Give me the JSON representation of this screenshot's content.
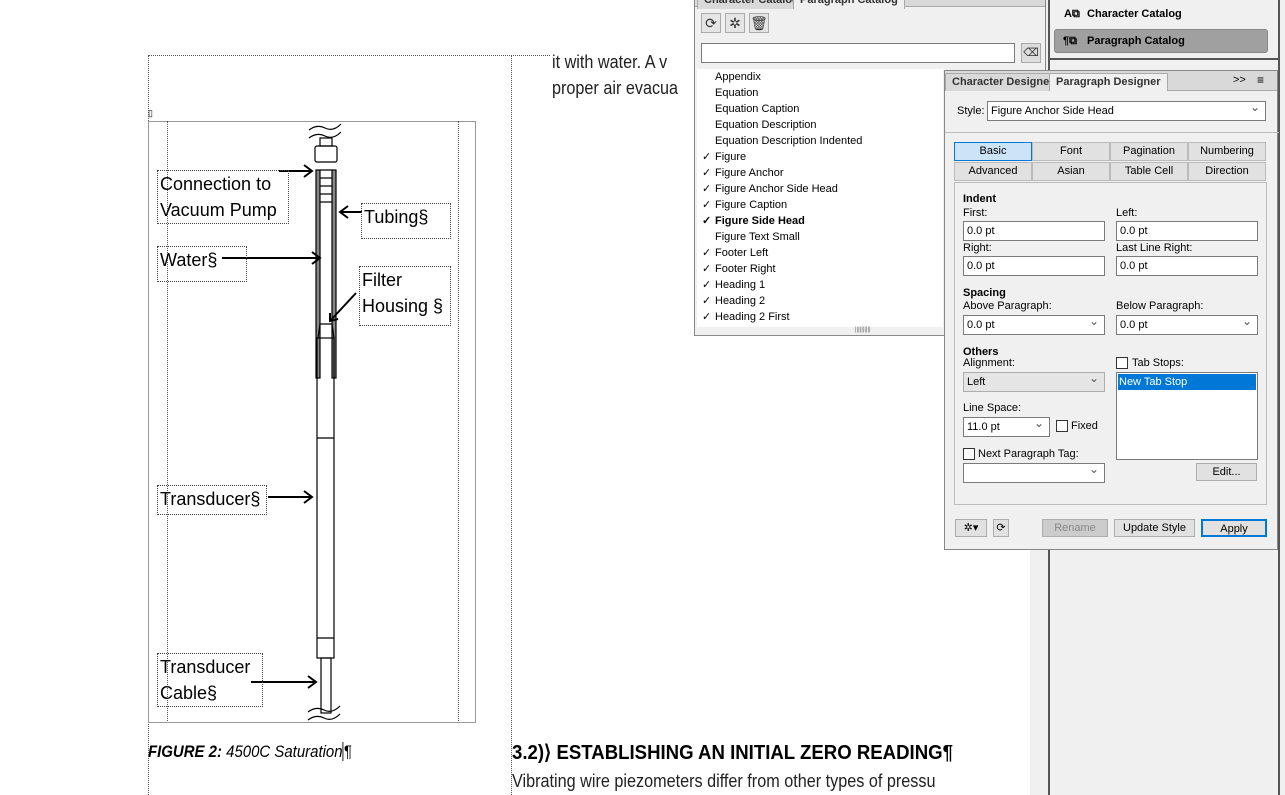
{
  "document": {
    "body_lines": [
      "it with water. A v",
      "proper air evacua"
    ],
    "figure_labels": {
      "connection": "Connection to\nVacuum Pump",
      "tubing": "Tubing§",
      "water": "Water§",
      "filter": "Filter\nHousing §",
      "transducer": "Transducer§",
      "cable": "Transducer\nCable§"
    },
    "figure_caption_label": "FIGURE 2:",
    "figure_caption_text": " 4500C Saturation",
    "caption_mark": "¶",
    "section_heading": "3.2)⟩ ESTABLISHING AN INITIAL ZERO READING¶",
    "section_body": "Vibrating wire piezometers differ from other types of pressu"
  },
  "pod": {
    "items": [
      {
        "label": "Character Catalog",
        "icon": "character-catalog-icon"
      },
      {
        "label": "Paragraph Catalog",
        "icon": "paragraph-catalog-icon",
        "selected": true
      }
    ]
  },
  "catalog": {
    "tabs": [
      "Character Catalog",
      "Paragraph Catalog"
    ],
    "active_tab": "Paragraph Catalog",
    "search_value": "",
    "items": [
      {
        "label": "Appendix",
        "check": ""
      },
      {
        "label": "Equation",
        "check": ""
      },
      {
        "label": "Equation Caption",
        "check": ""
      },
      {
        "label": "Equation Description",
        "check": ""
      },
      {
        "label": "Equation Description Indented",
        "check": ""
      },
      {
        "label": "Figure",
        "check": "✓"
      },
      {
        "label": "Figure Anchor",
        "check": "✓"
      },
      {
        "label": "Figure Anchor Side Head",
        "check": "✓"
      },
      {
        "label": "Figure Caption",
        "check": "✓"
      },
      {
        "label": "Figure Side Head",
        "check": "✓",
        "bold": true
      },
      {
        "label": "Figure Text Small",
        "check": ""
      },
      {
        "label": "Footer Left",
        "check": "✓"
      },
      {
        "label": "Footer Right",
        "check": "✓"
      },
      {
        "label": "Heading 1",
        "check": "✓"
      },
      {
        "label": "Heading 2",
        "check": "✓"
      },
      {
        "label": "Heading 2 First",
        "check": "✓"
      }
    ]
  },
  "designer": {
    "tabs": [
      "Character Designer",
      "Paragraph Designer"
    ],
    "active_tab": "Paragraph Designer",
    "overflow": ">>",
    "style_label": "Style:",
    "style_value": "Figure Anchor Side Head",
    "subtabs": [
      "Basic",
      "Font",
      "Pagination",
      "Numbering",
      "Advanced",
      "Asian",
      "Table Cell",
      "Direction"
    ],
    "active_subtab": "Basic",
    "indent": {
      "title": "Indent",
      "first_label": "First:",
      "first": "0.0 pt",
      "left_label": "Left:",
      "left": "0.0 pt",
      "right_label": "Right:",
      "right": "0.0 pt",
      "last_label": "Last Line Right:",
      "last": "0.0 pt"
    },
    "spacing": {
      "title": "Spacing",
      "above_label": "Above Paragraph:",
      "above": "0.0 pt",
      "below_label": "Below Paragraph:",
      "below": "0.0 pt"
    },
    "others": {
      "title": "Others",
      "alignment_label": "Alignment:",
      "alignment": "Left",
      "line_space_label": "Line Space:",
      "line_space": "11.0 pt",
      "fixed_label": "Fixed",
      "fixed": false,
      "next_tag_label": "Next Paragraph Tag:",
      "next_tag": "",
      "next_tag_checked": false
    },
    "tab_stops": {
      "label": "Tab Stops:",
      "checked": false,
      "items": [
        "New Tab Stop"
      ],
      "edit": "Edit..."
    },
    "buttons": {
      "rename": "Rename",
      "update": "Update Style",
      "apply": "Apply"
    }
  },
  "colors": {
    "selection": "#0078d7",
    "active_tab": "#cce4f7"
  }
}
